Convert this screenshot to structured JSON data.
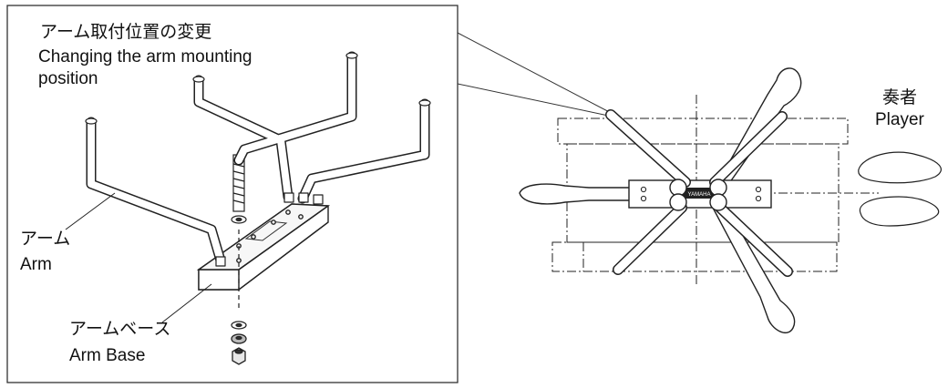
{
  "labels": {
    "title_jp": "アーム取付位置の変更",
    "title_en_line1": "Changing the arm mounting",
    "title_en_line2": "position",
    "arm_jp": "アーム",
    "arm_en": "Arm",
    "base_jp": "アームベース",
    "base_en": "Arm Base",
    "player_jp": "奏者",
    "player_en": "Player",
    "logo_text": "YAMAHA"
  }
}
